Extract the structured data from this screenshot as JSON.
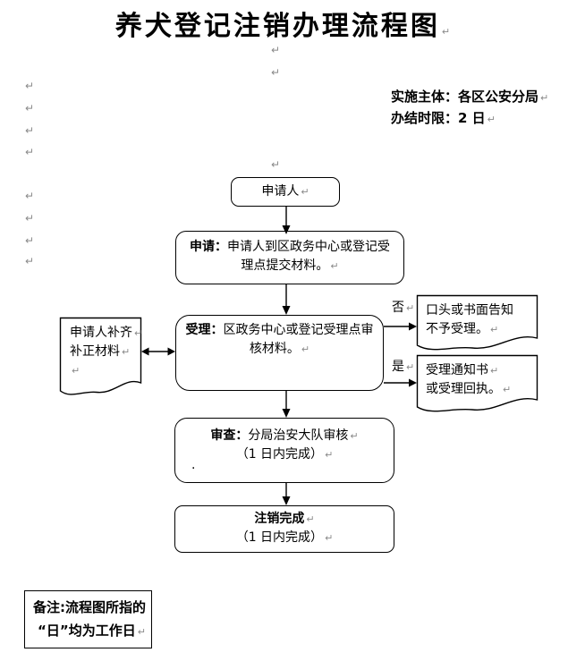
{
  "title": "养犬登记注销办理流程图",
  "info": {
    "implementer": "实施主体：各区公安分局",
    "time_limit": "办结时限：2 日"
  },
  "flow": {
    "applicant": "申请人",
    "apply_label": "申请：",
    "apply_line1": "申请人到区政务中心或登记受",
    "apply_line2": "理点提交材料。",
    "accept_label": "受理：",
    "accept_line1": "区政务中心或登记受理点审",
    "accept_line2": "核材料。",
    "review_label": "审查：",
    "review_line1": "分局治安大队审核",
    "review_line2": "（1 日内完成）",
    "review_stray_dot": ".",
    "complete_line1": "注销完成",
    "complete_line2": "（1 日内完成）"
  },
  "docs": {
    "supplement_line1": "申请人补齐",
    "supplement_line2": "补正材料",
    "reject_line1": "口头或书面告知",
    "reject_line2": "不予受理。",
    "notice_line1": "受理通知书",
    "notice_line2": "或受理回执。"
  },
  "branches": {
    "no": "否",
    "yes": "是"
  },
  "note": {
    "line1": "备注:流程图所指的",
    "line2": "“日”均为工作日"
  },
  "marks": {
    "pilcrow": "↵"
  },
  "colors": {
    "ink": "#000000",
    "pilcrow": "#8a8a8a",
    "background": "#ffffff"
  }
}
